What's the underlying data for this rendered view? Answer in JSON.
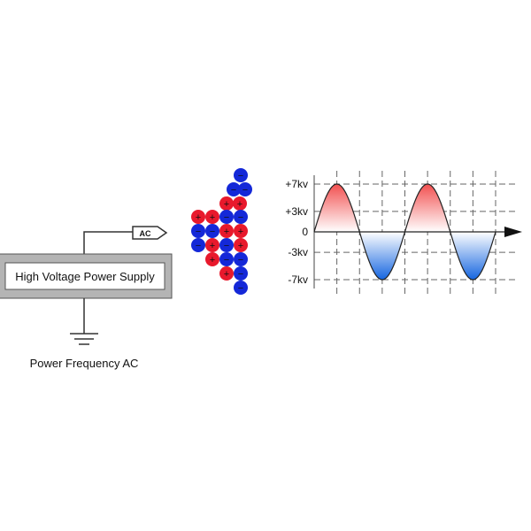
{
  "power_supply": {
    "label": "High Voltage Power Supply",
    "output_tag": "AC",
    "caption": "Power Frequency AC"
  },
  "waveform": {
    "y_labels": [
      "+7kv",
      "+3kv",
      "0",
      "-3kv",
      "-7kv"
    ],
    "y_values": [
      7,
      3,
      0,
      -3,
      -7
    ],
    "cycles": 2
  },
  "ions": {
    "positive_sign": "+",
    "negative_sign": "−",
    "colors": {
      "positive": "#e8192c",
      "negative": "#1428d8"
    }
  },
  "colors": {
    "wave_positive": "#ff5a5a",
    "wave_negative": "#1f6fe6",
    "box_fill": "#b4b4b4",
    "line": "#333333"
  }
}
